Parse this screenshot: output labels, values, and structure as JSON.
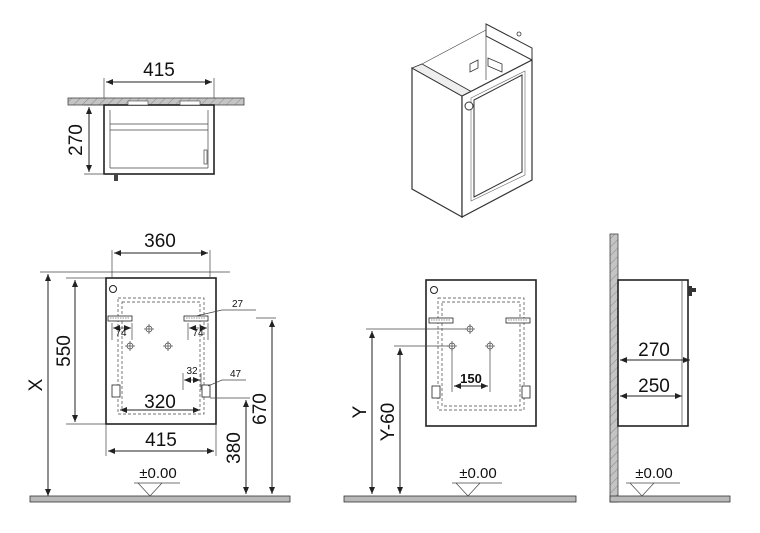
{
  "diagram": {
    "top_view": {
      "width_dim": "415",
      "depth_dim": "270"
    },
    "front_view": {
      "inner_width_dim": "360",
      "height_dim": "550",
      "total_dim": "X",
      "offset_27": "27",
      "offset_74_left": "74",
      "offset_74_right": "74",
      "offset_32": "32",
      "offset_47": "47",
      "bottom_inner_dim": "320",
      "bottom_width_dim": "415",
      "floor_380": "380",
      "floor_670": "670",
      "level_label": "±0.00"
    },
    "rear_view": {
      "dim_y": "Y",
      "dim_y60": "Y-60",
      "hole_spacing": "150",
      "level_label": "±0.00"
    },
    "side_view": {
      "depth_270": "270",
      "depth_250": "250",
      "level_label": "±0.00"
    }
  }
}
